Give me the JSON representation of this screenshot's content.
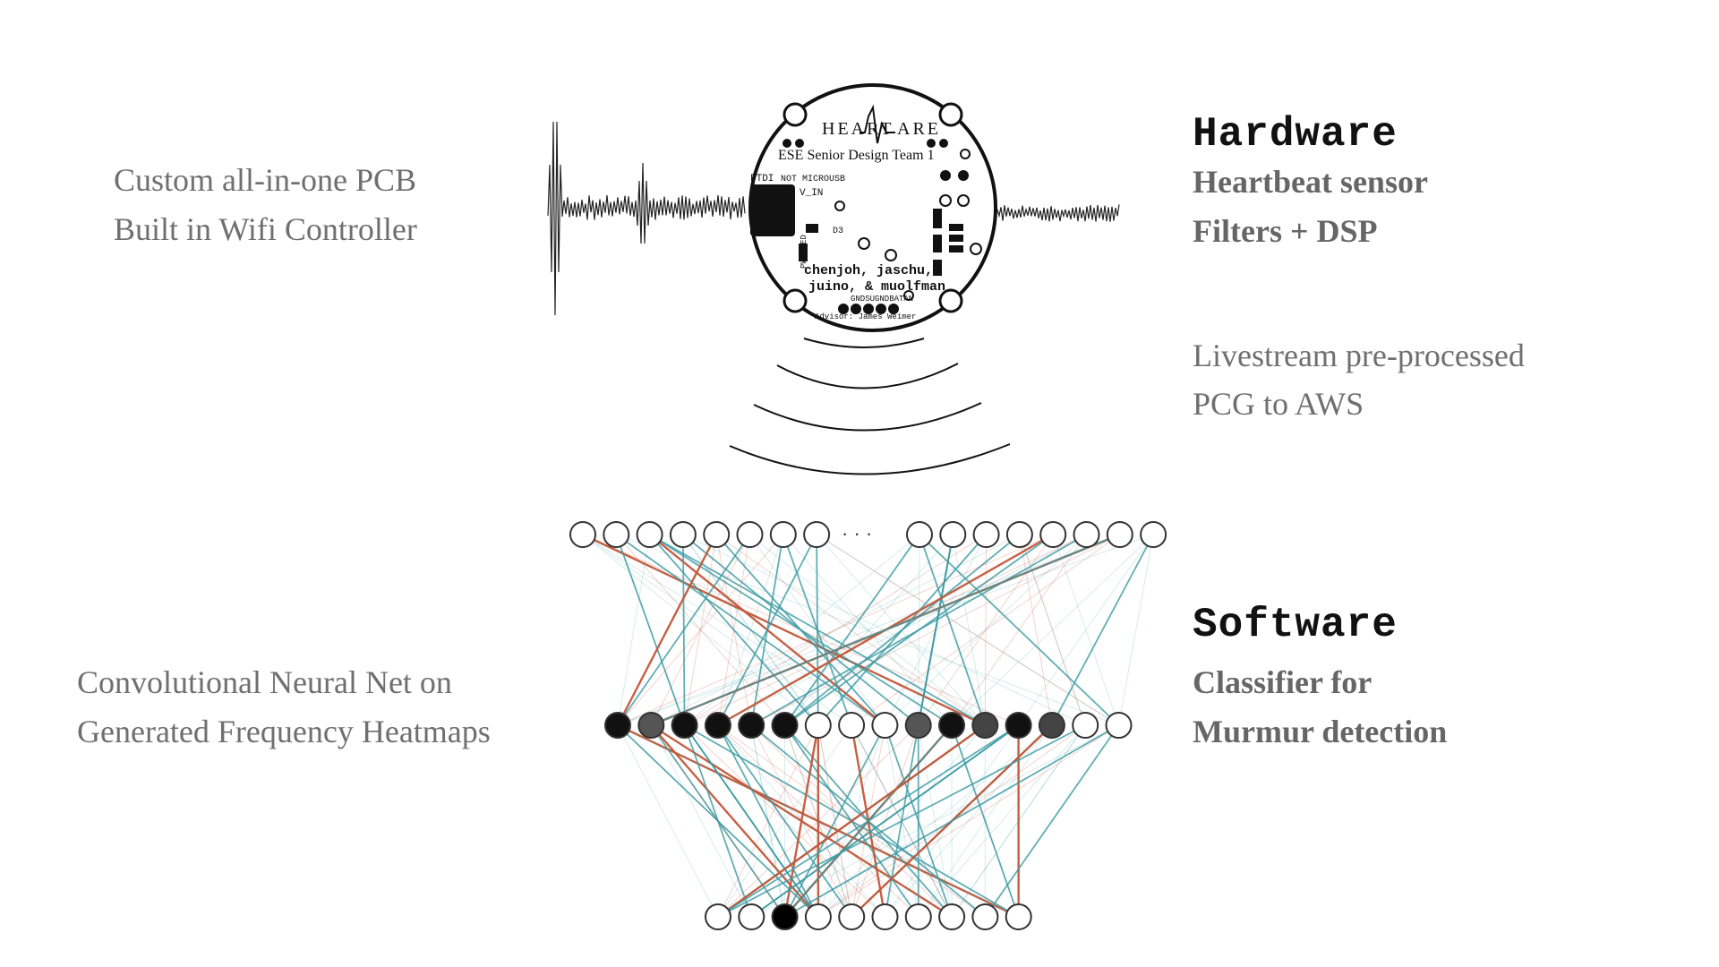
{
  "left_text": {
    "pcb_line1": "Custom all-in-one PCB",
    "pcb_line2": "Built in Wifi Controller",
    "cnn_line1": "Convolutional Neural Net on",
    "cnn_line2": "Generated Frequency Heatmaps"
  },
  "hardware": {
    "heading": "Hardware",
    "line1": "Heartbeat sensor",
    "line2": "Filters + DSP",
    "stream_line1": "Livestream pre-processed",
    "stream_line2": "PCG to AWS"
  },
  "software": {
    "heading": "Software",
    "line1": "Classifier for",
    "line2": "Murmur detection"
  },
  "pcb": {
    "logo_left": "HEART",
    "logo_right": "ARE",
    "subtitle": "ESE Senior Design Team 1",
    "ftdi": "FTDI",
    "microusb": "NOT MICROUSB",
    "vin": "V_IN",
    "d3": "D3",
    "names1": "chenjoh, jaschu,",
    "names2": "juino, & muolfman",
    "pins": "GNDSUGNDBATAN",
    "advisor": "Advisor: James Weimer",
    "pwr_led": "PWR LED"
  },
  "network": {
    "ellipsis": "· · ·",
    "top_count": 16,
    "middle_fills": [
      "#111111",
      "#555555",
      "#111111",
      "#111111",
      "#111111",
      "#111111",
      "#ffffff",
      "#ffffff",
      "#ffffff",
      "#555555",
      "#111111",
      "#444444",
      "#111111",
      "#444444",
      "#ffffff",
      "#ffffff"
    ],
    "bottom_fills": [
      "#ffffff",
      "#ffffff",
      "#000000",
      "#ffffff",
      "#ffffff",
      "#ffffff",
      "#ffffff",
      "#ffffff",
      "#ffffff",
      "#ffffff"
    ],
    "edge_colors": {
      "teal": "#3a9aa3",
      "red": "#c2573a",
      "light": "#d8e6e6"
    }
  }
}
